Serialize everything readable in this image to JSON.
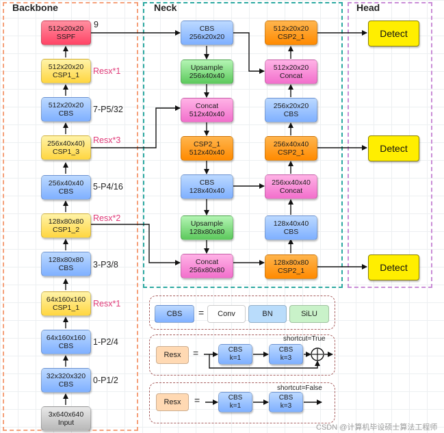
{
  "regions": {
    "backbone": "Backbone",
    "neck": "Neck",
    "head": "Head"
  },
  "backbone": {
    "sppf": [
      "512x20x20",
      "SSPF"
    ],
    "csp1_1_top": [
      "512x20x20",
      "CSP1_1"
    ],
    "cbs_p5": [
      "512x20x20",
      "CBS"
    ],
    "csp1_3": [
      "256x40x40)",
      "CSP1_3"
    ],
    "cbs_p4": [
      "256x40x40",
      "CBS"
    ],
    "csp1_2": [
      "128x80x80",
      "CSP1_2"
    ],
    "cbs_p3": [
      "128x80x80",
      "CBS"
    ],
    "csp1_1_bottom": [
      "64x160x160",
      "CSP1_1"
    ],
    "cbs_p2": [
      "64x160x160",
      "CBS"
    ],
    "cbs_p1": [
      "32x320x320",
      "CBS"
    ],
    "input": [
      "3x640x640",
      "Input"
    ]
  },
  "backbone_labels": {
    "sppf_index": "9",
    "p5": "7-P5/32",
    "p4": "5-P4/16",
    "p3": "3-P3/8",
    "p2": "1-P2/4",
    "p1": "0-P1/2",
    "resx_1_top": "Resx*1",
    "resx_3": "Resx*3",
    "resx_2": "Resx*2",
    "resx_1_bottom": "Resx*1"
  },
  "neck": {
    "cbs_a": [
      "CBS",
      "256x20x20"
    ],
    "upsample_a": [
      "Upsample",
      "256x40x40"
    ],
    "concat_a": [
      "Concat",
      "512x40x40"
    ],
    "csp2_a": [
      "CSP2_1",
      "512x40x40"
    ],
    "cbs_b": [
      "CBS",
      "128x40x40"
    ],
    "upsample_b": [
      "Upsample",
      "128x80x80"
    ],
    "concat_b": [
      "Concat",
      "256x80x80"
    ],
    "csp2_top": [
      "512x20x20",
      "CSP2_1"
    ],
    "concat_top": [
      "512x20x20",
      "Concat"
    ],
    "cbs_c": [
      "256x20x20",
      "CBS"
    ],
    "csp2_mid": [
      "256x40x40",
      "CSP2_1"
    ],
    "concat_mid": [
      "256xx40x40",
      "Concat"
    ],
    "cbs_d": [
      "128x40x40",
      "CBS"
    ],
    "csp2_bottom": [
      "128x80x80",
      "CSP2_1"
    ]
  },
  "head": {
    "detect_1": "Detect",
    "detect_2": "Detect",
    "detect_3": "Detect"
  },
  "legend": {
    "cbs_label": "CBS",
    "equals": "=",
    "conv": "Conv",
    "bn": "BN",
    "silu": "SiLU",
    "resx_true": {
      "resx": "Resx",
      "equals": "=",
      "shortcut": "shortcut=True",
      "cbs1": [
        "CBS",
        "k=1"
      ],
      "cbs2": [
        "CBS",
        "k=3"
      ],
      "plus": "+"
    },
    "resx_false": {
      "resx": "Resx",
      "equals": "=",
      "shortcut": "shortcut=False",
      "cbs1": [
        "CBS",
        "k=1"
      ],
      "cbs2": [
        "CBS",
        "k=3"
      ]
    }
  },
  "watermark": "CSDN @计算机毕设硕士算法工程师",
  "colors": {
    "backbone_border": "#f5a07a",
    "neck_border": "#2aa8a0",
    "head_border": "#c98bd6"
  }
}
